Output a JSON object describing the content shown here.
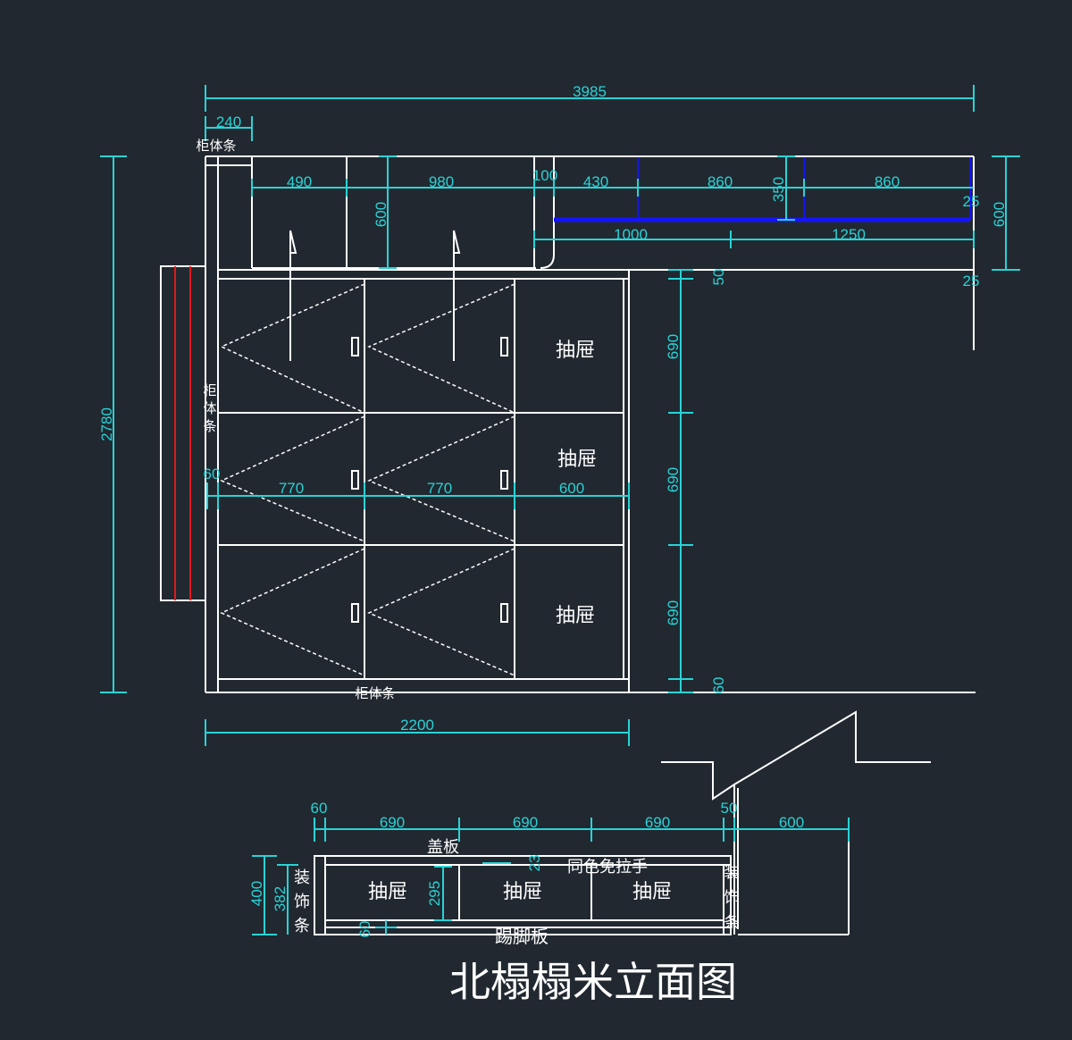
{
  "drawing": {
    "title": "北榻榻米立面图",
    "colors": {
      "background": "#212830",
      "line": "#ffffff",
      "dimension": "#29d3d6",
      "accent_blue": "#1414ff",
      "accent_red": "#e01818"
    }
  },
  "elevation": {
    "dims": {
      "total_width": "3985",
      "strip_width": "240",
      "upper_d1": "490",
      "upper_d2": "980",
      "upper_d3": "100",
      "upper_d4": "430",
      "upper_d5": "860",
      "upper_d6": "860",
      "upper_h": "600",
      "upper_h350": "350",
      "upper_t25": "25",
      "upper_b25": "25",
      "right_h": "600",
      "lower_w1000": "1000",
      "lower_w1250": "1250",
      "total_height": "2780",
      "row_gap_top": "50",
      "row_h1": "690",
      "row_h2": "690",
      "row_h3": "690",
      "bottom_60": "60",
      "left_60": "60",
      "col_770a": "770",
      "col_770b": "770",
      "col_600": "600",
      "base_width": "2200"
    },
    "labels": {
      "strip_top": "柜体条",
      "strip_left_1": "柜",
      "strip_left_2": "体",
      "strip_left_3": "条",
      "strip_bottom": "柜体条",
      "drawer_1": "抽屉",
      "drawer_2": "抽屉",
      "drawer_3": "抽屉"
    }
  },
  "section": {
    "dims": {
      "left_60": "60",
      "w1": "690",
      "w2": "690",
      "w3": "690",
      "w50": "50",
      "w600": "600",
      "h400": "400",
      "h382": "382",
      "h295": "295",
      "h60": "60",
      "h23": "23"
    },
    "labels": {
      "cover": "盖板",
      "handle_note": "同色免拉手",
      "deco_left_1": "装",
      "deco_left_2": "饰",
      "deco_left_3": "条",
      "deco_right_1": "装",
      "deco_right_2": "饰",
      "deco_right_3": "条",
      "drawer_1": "抽屉",
      "drawer_2": "抽屉",
      "drawer_3": "抽屉",
      "kickboard": "踢脚板"
    }
  }
}
